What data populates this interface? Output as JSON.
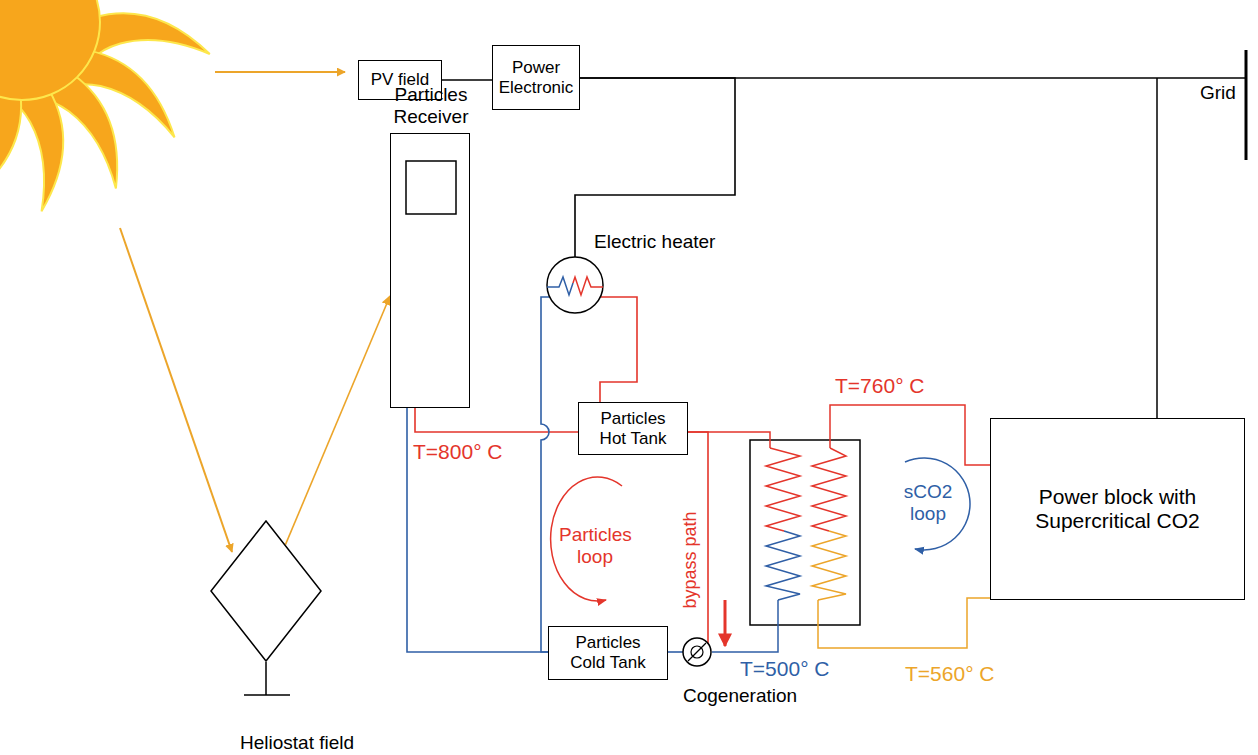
{
  "diagram": {
    "nodes": [
      {
        "text": [
          "PV field"
        ]
      },
      {
        "text": [
          "Power Electronic"
        ]
      },
      {
        "text": [
          "Particles Receiver"
        ]
      },
      {
        "text": [
          "Electric heater"
        ]
      },
      {
        "text": [
          "Particles Hot Tank"
        ]
      },
      {
        "text": [
          "Power block with Supercritical CO2"
        ]
      },
      {
        "text": [
          "Particles Cold Tank"
        ]
      },
      {
        "text": [
          "Cogeneration"
        ]
      },
      {
        "text": [
          "Heliostat field"
        ]
      }
    ],
    "edges": [
      {
        "from": 0,
        "to": 1,
        "arrow": "none"
      },
      {
        "from": 1,
        "to": 3,
        "arrow": "none"
      },
      {
        "from": 8,
        "to": 2,
        "arrow": "to"
      },
      {
        "from": 2,
        "to": 4,
        "arrow": "none"
      },
      {
        "from": 3,
        "to": 4,
        "arrow": "none"
      },
      {
        "from": 6,
        "to": 3,
        "arrow": "none"
      },
      {
        "from": 6,
        "to": 2,
        "arrow": "none"
      },
      {
        "from": 4,
        "to": 7,
        "arrow": "none"
      },
      {
        "from": 7,
        "to": 6,
        "arrow": "none"
      }
    ],
    "labels": [
      "Grid",
      "T=800° C",
      "T=760° C",
      "Particles loop",
      "bypass path",
      "sCO2 loop",
      "T=500° C",
      "T=560° C"
    ]
  }
}
